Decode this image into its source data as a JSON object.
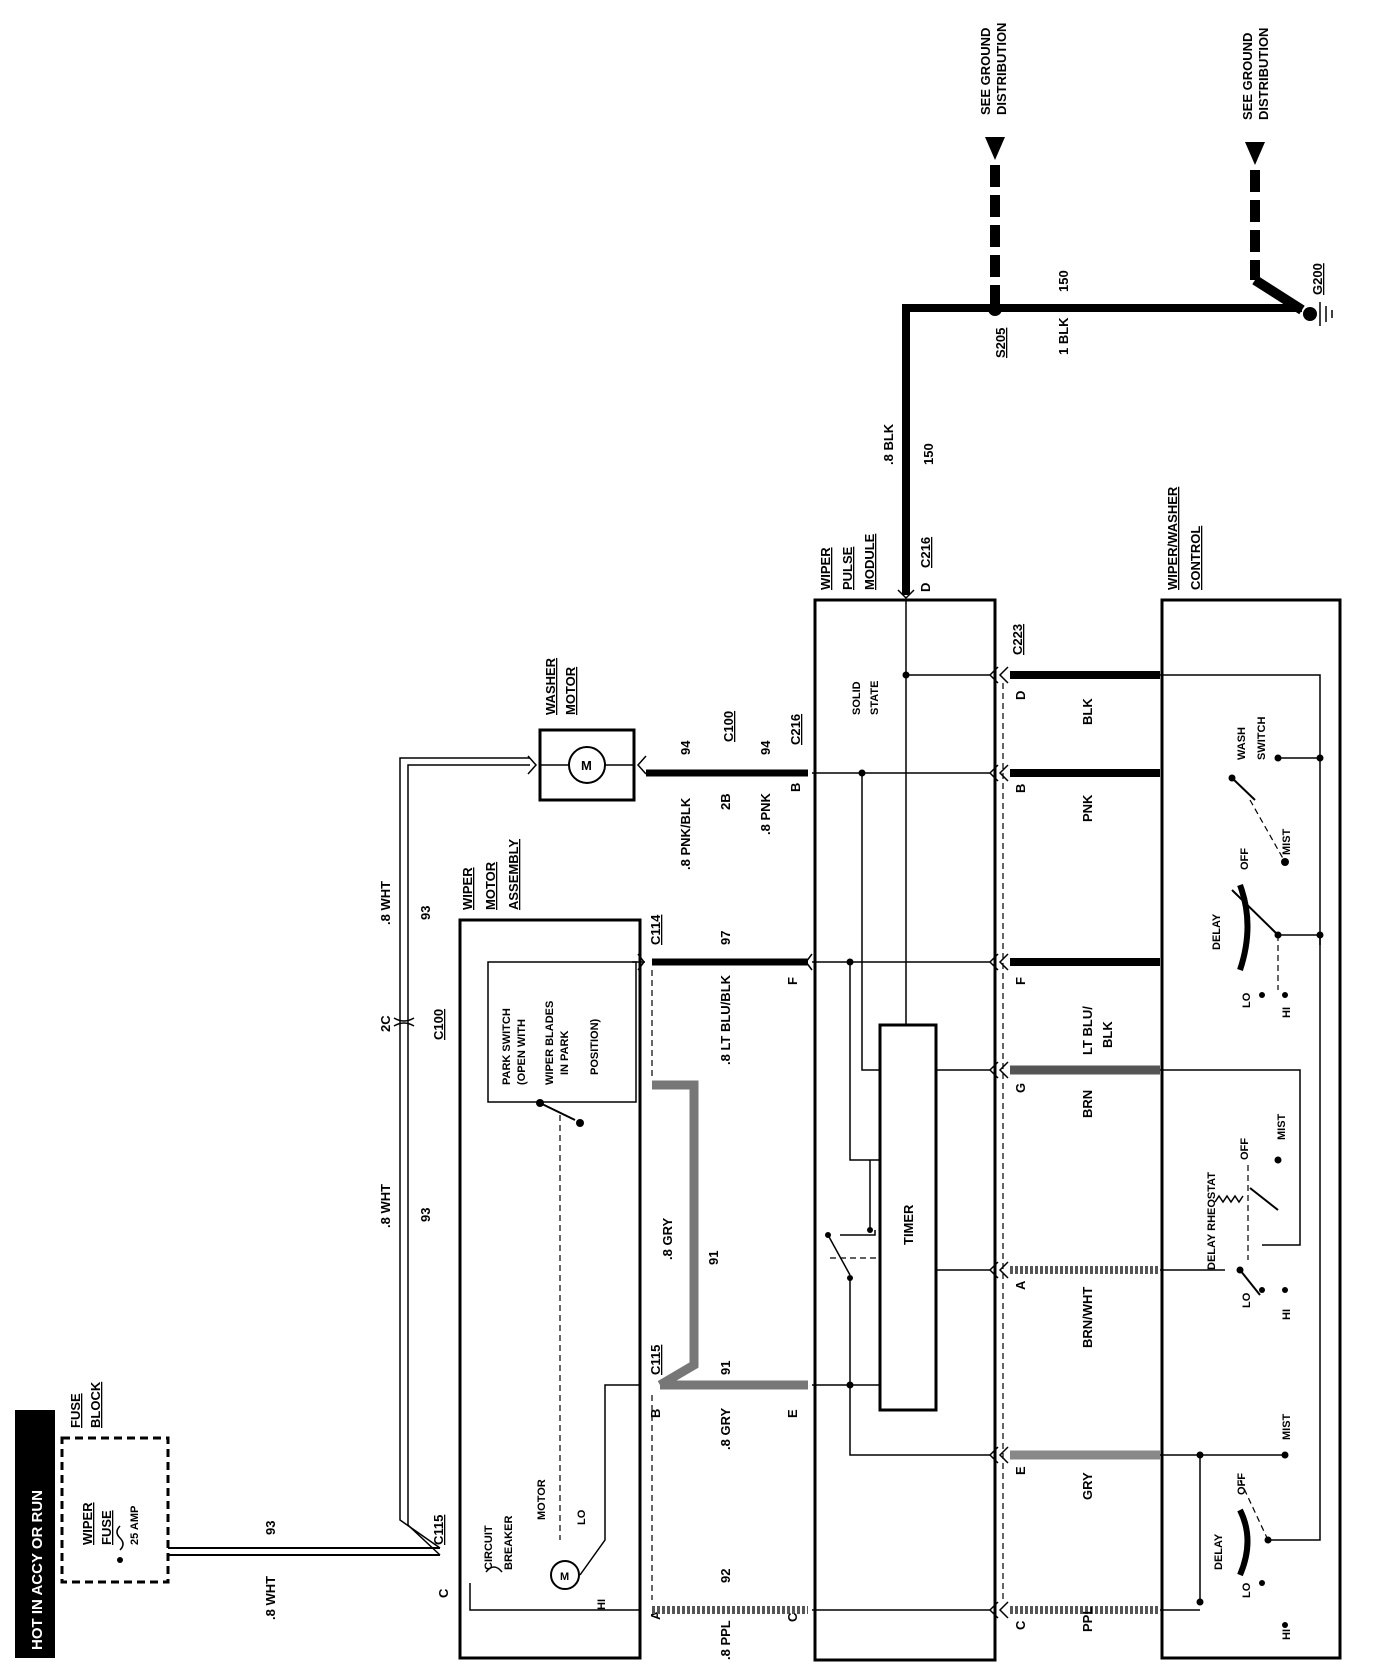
{
  "hot_label": "HOT IN ACCY OR RUN",
  "fuse_block": {
    "title_line1": "FUSE",
    "title_line2": "BLOCK",
    "fuse_name_line1": "WIPER",
    "fuse_name_line2": "FUSE",
    "rating": "25 AMP"
  },
  "ground": {
    "see_ground_1_line1": "SEE GROUND",
    "see_ground_1_line2": "DISTRIBUTION",
    "see_ground_2_line1": "SEE GROUND",
    "see_ground_2_line2": "DISTRIBUTION",
    "splice": "S205",
    "ground_point": "G200",
    "wire_gauge": "1 BLK",
    "wire_circuit": "150"
  },
  "washer_motor": {
    "title_line1": "WASHER",
    "title_line2": "MOTOR",
    "symbol": "M"
  },
  "wiper_motor_assembly": {
    "title_line1": "WIPER",
    "title_line2": "MOTOR",
    "title_line3": "ASSEMBLY",
    "park_switch": [
      "PARK SWITCH",
      "(OPEN WITH",
      "WIPER BLADES",
      "IN PARK",
      "POSITION)"
    ],
    "circuit_breaker_line1": "CIRCUIT",
    "circuit_breaker_line2": "BREAKER",
    "motor": "MOTOR",
    "motor_symbol": "M",
    "lo": "LO",
    "hi": "HI"
  },
  "wiper_pulse_module": {
    "title_line1": "WIPER",
    "title_line2": "PULSE",
    "title_line3": "MODULE",
    "solid_state_line1": "SOLID",
    "solid_state_line2": "STATE",
    "timer": "TIMER"
  },
  "wiper_washer_control": {
    "title_line1": "WIPER/WASHER",
    "title_line2": "CONTROL",
    "wash_switch_line1": "WASH",
    "wash_switch_line2": "SWITCH",
    "mist_1": "MIST",
    "off_1": "OFF",
    "delay_1": "DELAY",
    "lo_1": "LO",
    "hi_1": "HI",
    "mist_2": "MIST",
    "off_2": "OFF",
    "delay_rheostat": "DELAY RHEOSTAT",
    "lo_2": "LO",
    "hi_2": "HI",
    "mist_3": "MIST",
    "off_3": "OFF",
    "delay_3": "DELAY",
    "lo_3": "LO",
    "hi_3": "HI"
  },
  "connectors": {
    "c115_top": "C115",
    "c115_mid": "C115",
    "c100_top": "C100",
    "c100_mid": "C100",
    "c114": "C114",
    "c216_top": "C216",
    "c216_mid": "C216",
    "c223": "C223"
  },
  "pins": {
    "fuse_c": "C",
    "c100_2c": "2C",
    "c100_2b": "2B",
    "c114_a": "A",
    "c114_b": "B",
    "c216_c": "C",
    "c216_e": "E",
    "c216_f": "F",
    "c216_b": "B",
    "c216_d": "D",
    "c223_c": "C",
    "c223_e": "E",
    "c223_a": "A",
    "c223_g": "G",
    "c223_f": "F",
    "c223_b": "B",
    "c223_d": "D"
  },
  "wires": {
    "w_fuse_gauge": ".8 WHT",
    "w_fuse_circuit": "93",
    "w_93_mid_gauge": ".8 WHT",
    "w_93_mid_circuit": "93",
    "w_93_top_gauge": ".8 WHT",
    "w_93_top_circuit": "93",
    "w_ppl_gauge": ".8 PPL",
    "w_ppl_circuit": "92",
    "w_gry_gauge": ".8 GRY",
    "w_gry_circuit": "91",
    "w_gry_up_gauge": ".8 GRY",
    "w_gry_up_circuit": "91",
    "w_ltblu_gauge": ".8 LT BLU/BLK",
    "w_ltblu_circuit": "97",
    "w_pnkblk_gauge": ".8 PNK/BLK",
    "w_pnkblk_circuit": "94",
    "w_pnk_gauge": ".8 PNK",
    "w_pnk_circuit": "94",
    "w_blk_gauge": ".8 BLK",
    "w_blk_circuit": "150",
    "ctrl_ppl": "PPL",
    "ctrl_gry": "GRY",
    "ctrl_brnwht": "BRN/WHT",
    "ctrl_brn": "BRN",
    "ctrl_ltblu_line1": "LT BLU/",
    "ctrl_ltblu_line2": "BLK",
    "ctrl_pnk": "PNK",
    "ctrl_blk": "BLK"
  }
}
